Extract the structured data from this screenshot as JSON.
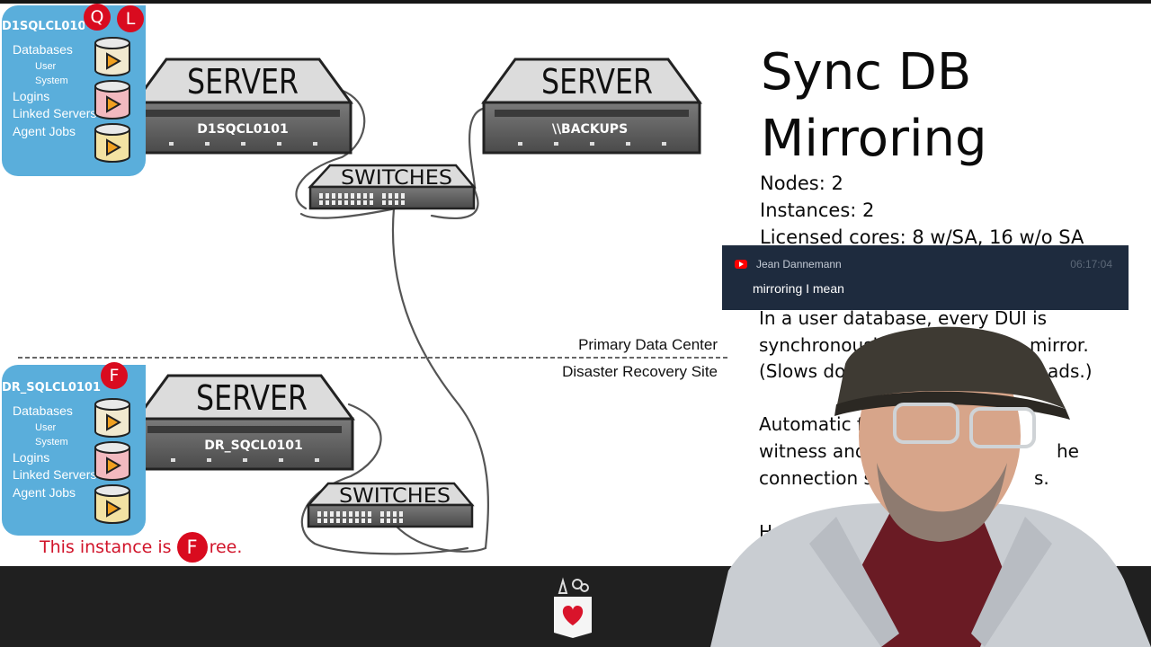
{
  "title_lines": [
    "Sync DB",
    "Mirroring"
  ],
  "facts": [
    "Nodes: 2",
    "Instances: 2",
    "Licensed cores: 8 w/SA, 16 w/o SA"
  ],
  "paragraphs": {
    "sync_line1": "In a user database, every DUI is",
    "sync_line2": "synchronously w",
    "sync_line2_end": "mirror.",
    "sync_line3": "(Slows down w",
    "sync_line3_end": "ads.)",
    "failover_line1": "Automatic fai",
    "failover_line2": "witness and t",
    "failover_line2_end": "he",
    "failover_line3": "connection st",
    "failover_line3_end": "s.",
    "has_line": "Has"
  },
  "chat": {
    "author": "Jean Dannemann",
    "time": "06:17:04",
    "message": "mirroring I mean"
  },
  "primary_instance": {
    "name": "D1SQLCL0101",
    "badges": [
      "Q",
      "L"
    ],
    "tree": [
      "Databases",
      "User",
      "System",
      "Logins",
      "Linked Servers",
      "Agent Jobs"
    ]
  },
  "dr_instance": {
    "name": "DR_SQLCL0101",
    "badges": [
      "F"
    ],
    "tree": [
      "Databases",
      "User",
      "System",
      "Logins",
      "Linked Servers",
      "Agent Jobs"
    ]
  },
  "servers": {
    "word": "SERVER",
    "primary_label": "D1SQCL0101",
    "backups_label": "\\\\BACKUPS",
    "dr_label": "DR_SQCL0101"
  },
  "switches": {
    "word": "SWITCHES"
  },
  "sites": {
    "primary": "Primary Data Center",
    "dr": "Disaster Recovery Site"
  },
  "free_note": {
    "before": "This instance is",
    "badge": "F",
    "after": "ree."
  },
  "colors": {
    "instance_panel": "#5aaedb",
    "badge_red": "#d90b1f",
    "note_red": "#d1142a",
    "chat_bg": "#1e2b3e",
    "bottom_bar": "#202020",
    "server_body": "#5f5f5f",
    "server_top": "#d9d9d9"
  },
  "icons": [
    "database-stack-icon",
    "youtube-icon",
    "heart-pocket-logo-icon"
  ]
}
